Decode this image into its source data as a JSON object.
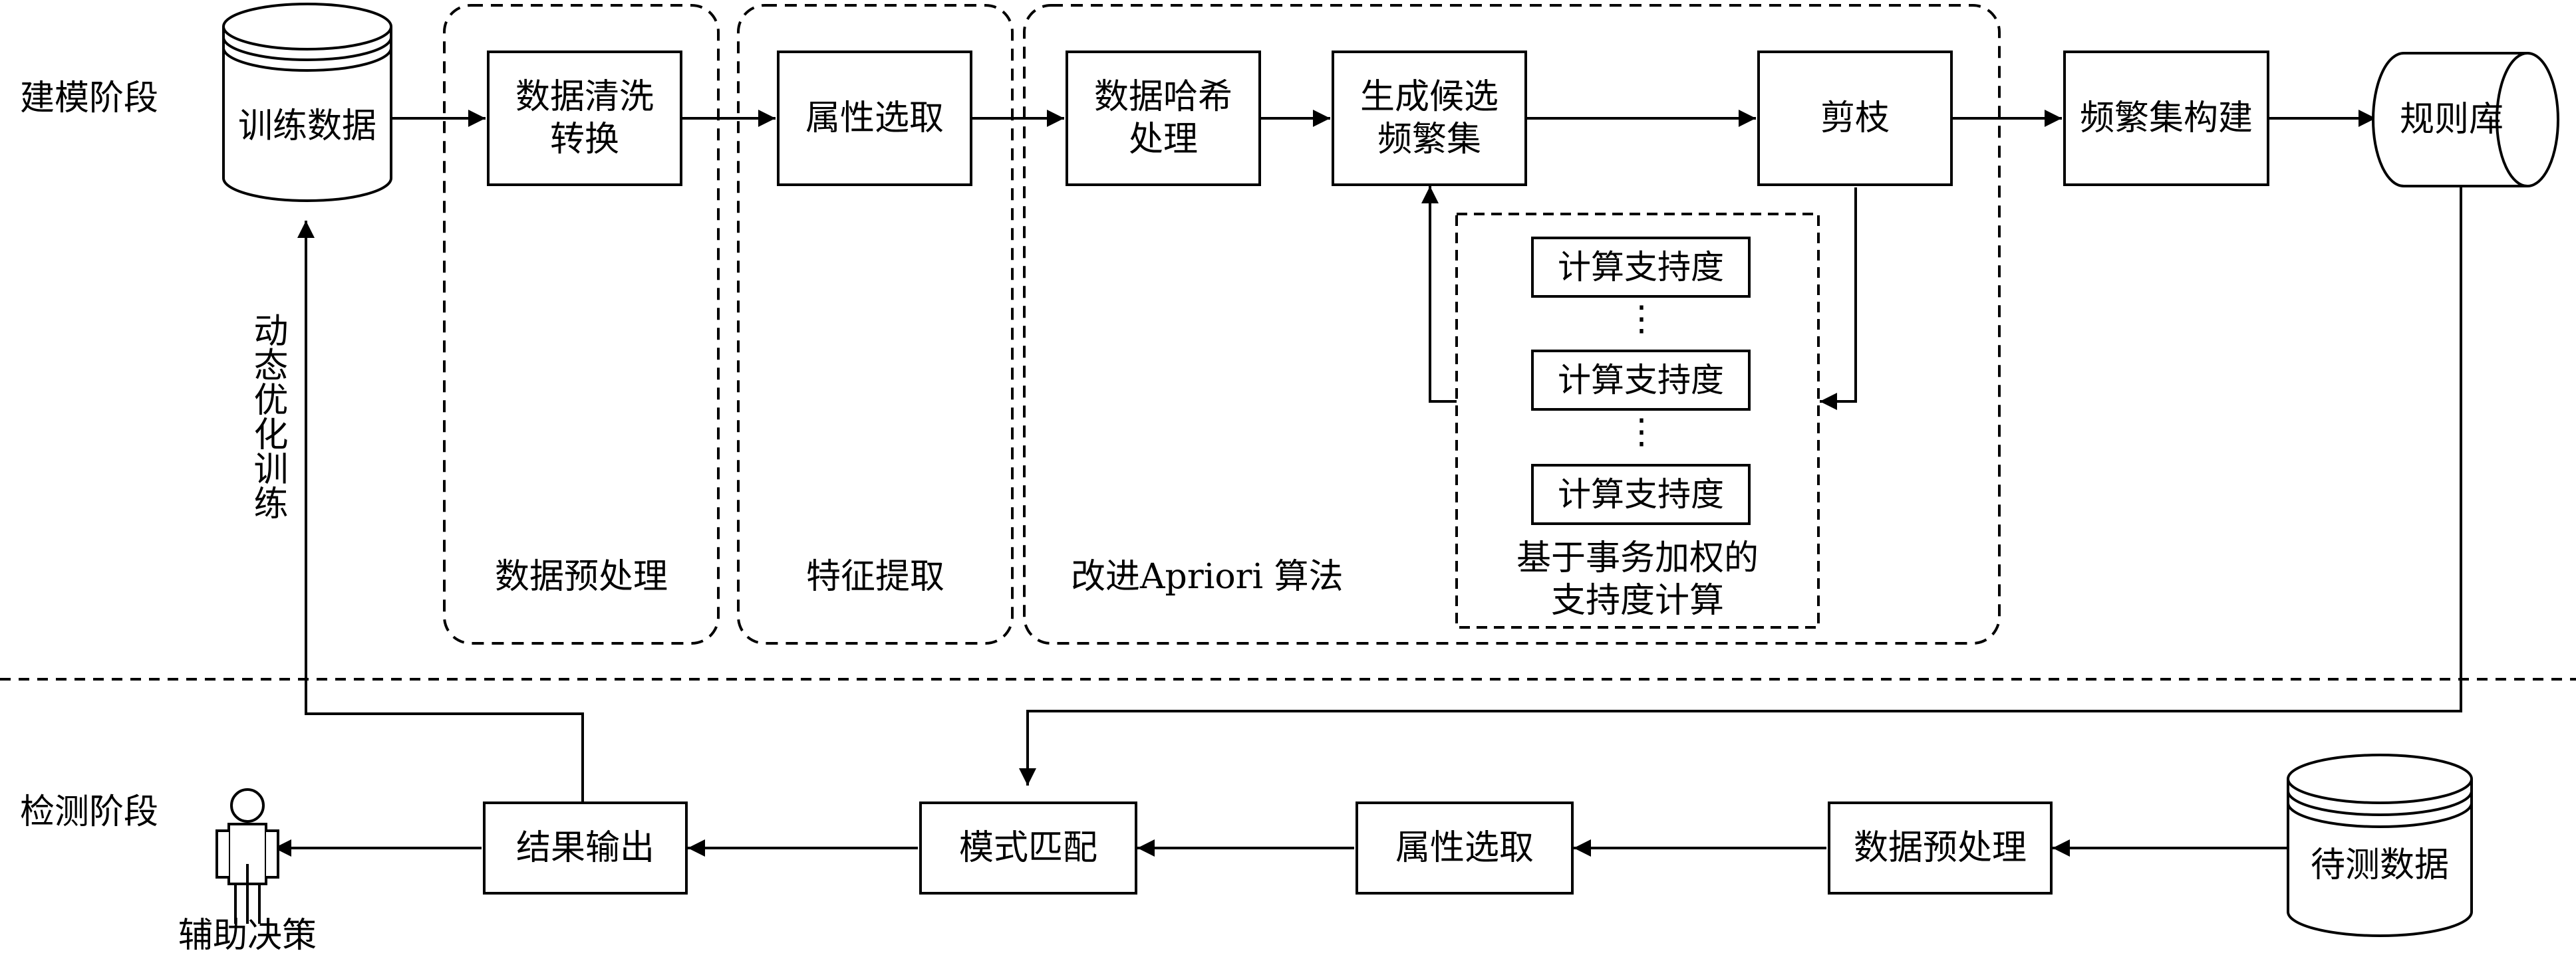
{
  "phases": {
    "modeling": "建模阶段",
    "detection": "检测阶段"
  },
  "modeling": {
    "training_data": "训练数据",
    "cleaning": "数据清洗\n转换",
    "attr_select": "属性选取",
    "hashing": "数据哈希\n处理",
    "candidates": "生成候选\n频繁集",
    "prune": "剪枝",
    "freq_build": "频繁集构建",
    "rule_base": "规则库",
    "support": [
      "计算支持度",
      "计算支持度",
      "计算支持度"
    ],
    "dots": "⋮"
  },
  "groups": {
    "preprocess": "数据预处理",
    "feature": "特征提取",
    "apriori": "改进Apriori 算法",
    "weighted": "基于事务加权的\n支持度计算"
  },
  "feedback": "动态优化训练",
  "detection": {
    "test_data": "待测数据",
    "preprocess": "数据预处理",
    "attr_select": "属性选取",
    "match": "模式匹配",
    "output": "结果输出",
    "decision": "辅助决策"
  }
}
